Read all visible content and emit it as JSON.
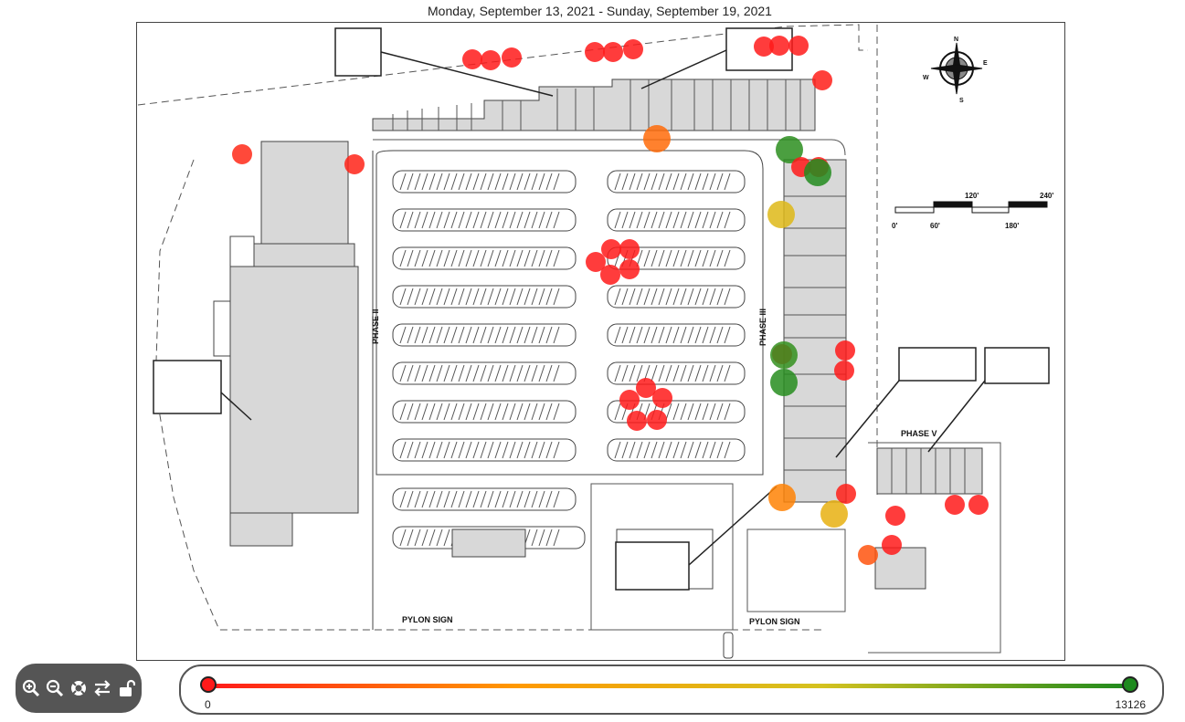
{
  "header": {
    "date_range": "Monday, September 13, 2021 - Sunday, September 19, 2021"
  },
  "map": {
    "labels": {
      "phase_ii": "PHASE II",
      "phase_iii": "PHASE III",
      "phase_v": "PHASE V",
      "pylon_sign_left": "PYLON SIGN",
      "pylon_sign_right": "PYLON SIGN"
    },
    "scale_bar": {
      "ticks_bottom": [
        "0'",
        "60'",
        "180'"
      ],
      "ticks_top": [
        "120'",
        "240'"
      ]
    },
    "compass": {
      "n": "N",
      "e": "E",
      "s": "S",
      "w": "W"
    }
  },
  "heat_points": [
    {
      "value": 0
    },
    {
      "value": 0
    },
    {
      "value": 0
    },
    {
      "value": 0
    },
    {
      "value": 0
    },
    {
      "value": 0
    },
    {
      "value": 0
    },
    {
      "value": 0
    },
    {
      "value": 0
    },
    {
      "value": 500
    },
    {
      "value": 300
    },
    {
      "value": 2800
    },
    {
      "value": 150
    },
    {
      "value": 12800
    },
    {
      "value": 7700
    },
    {
      "value": 0
    },
    {
      "value": 0
    },
    {
      "value": 13000
    },
    {
      "value": 0
    },
    {
      "value": 0
    },
    {
      "value": 0
    },
    {
      "value": 0
    },
    {
      "value": 0
    },
    {
      "value": 0
    },
    {
      "value": 12600
    },
    {
      "value": 12900
    },
    {
      "value": 0
    },
    {
      "value": 0
    },
    {
      "value": 0
    },
    {
      "value": 0
    },
    {
      "value": 0
    },
    {
      "value": 0
    },
    {
      "value": 0
    },
    {
      "value": 3600
    },
    {
      "value": 6800
    },
    {
      "value": 200
    },
    {
      "value": 0
    },
    {
      "value": 0
    },
    {
      "value": 2000
    },
    {
      "value": 0
    },
    {
      "value": 0
    }
  ],
  "legend": {
    "min_label": "0",
    "max_label": "13126",
    "min_value": 0,
    "max_value": 13126,
    "colors": [
      "#ff1a1a",
      "#ff9900",
      "#d4c21f",
      "#1e8a1e"
    ]
  },
  "toolbar": {
    "buttons": [
      {
        "name": "zoom-in-button",
        "icon": "zoom-in-icon"
      },
      {
        "name": "zoom-out-button",
        "icon": "zoom-out-icon"
      },
      {
        "name": "reset-view-button",
        "icon": "lifebuoy-icon"
      },
      {
        "name": "swap-button",
        "icon": "swap-arrows-icon"
      },
      {
        "name": "lock-button",
        "icon": "unlock-icon"
      }
    ]
  }
}
